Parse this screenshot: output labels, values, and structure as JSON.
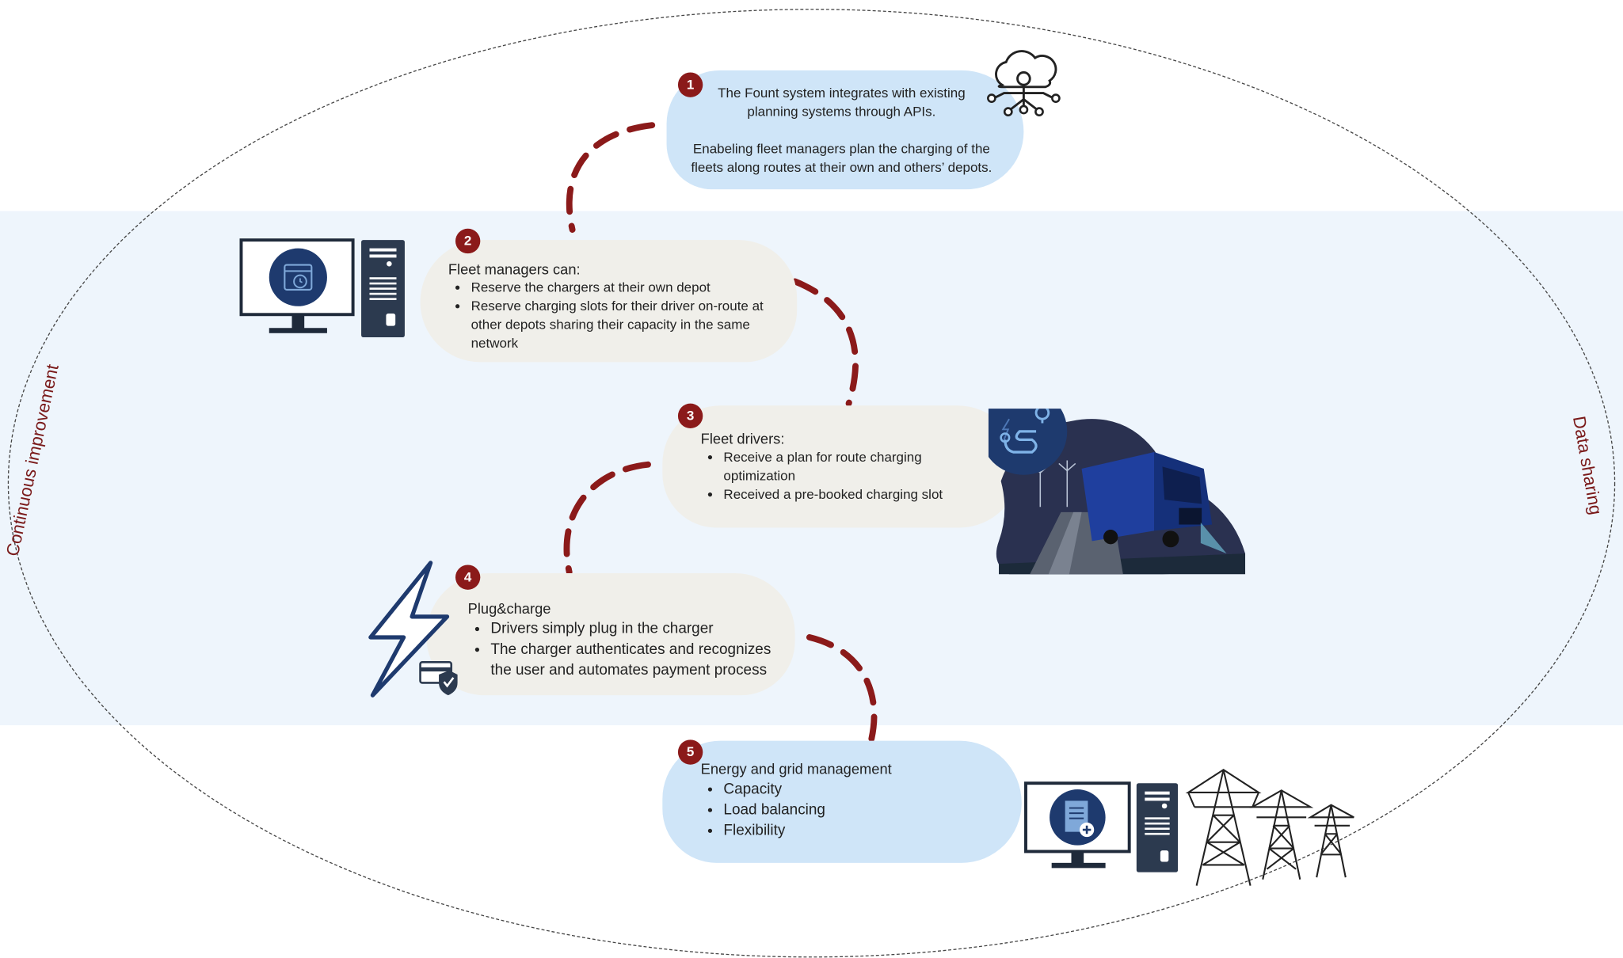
{
  "sides": {
    "left_label": "Continuous improvement",
    "right_label": "Data sharing"
  },
  "steps": [
    {
      "number": "1",
      "lines": [
        "The Fount system integrates with existing",
        "planning systems through APIs."
      ],
      "lines2": [
        "Enabeling fleet managers plan the charging of the",
        "fleets along routes at their own and others’ depots."
      ]
    },
    {
      "number": "2",
      "title": "Fleet managers can:",
      "items": [
        "Reserve the chargers at their own depot",
        "Reserve charging slots for their driver on-route at other depots sharing their capacity in the same network"
      ]
    },
    {
      "number": "3",
      "title": "Fleet drivers:",
      "items": [
        "Receive a plan for route charging optimization",
        "Received a pre-booked charging slot"
      ]
    },
    {
      "number": "4",
      "title": "Plug&charge",
      "items": [
        "Drivers simply plug in the charger",
        "The charger authenticates and recognizes the user and automates payment process"
      ]
    },
    {
      "number": "5",
      "title": "Energy and grid management",
      "items": [
        "Capacity",
        "Load balancing",
        "Flexibility"
      ]
    }
  ],
  "colors": {
    "accent": "#8b1a1a",
    "navy": "#1e3a6e",
    "bubble_blue": "#cfe5f8",
    "bubble_beige": "#f0efea",
    "band": "#eef5fc"
  },
  "icons": [
    "cloud-network-icon",
    "computer-calendar-icon",
    "route-map-icon",
    "truck-illustration",
    "lightning-icon",
    "payment-card-icon",
    "computer-document-icon",
    "power-pylons-icon"
  ]
}
